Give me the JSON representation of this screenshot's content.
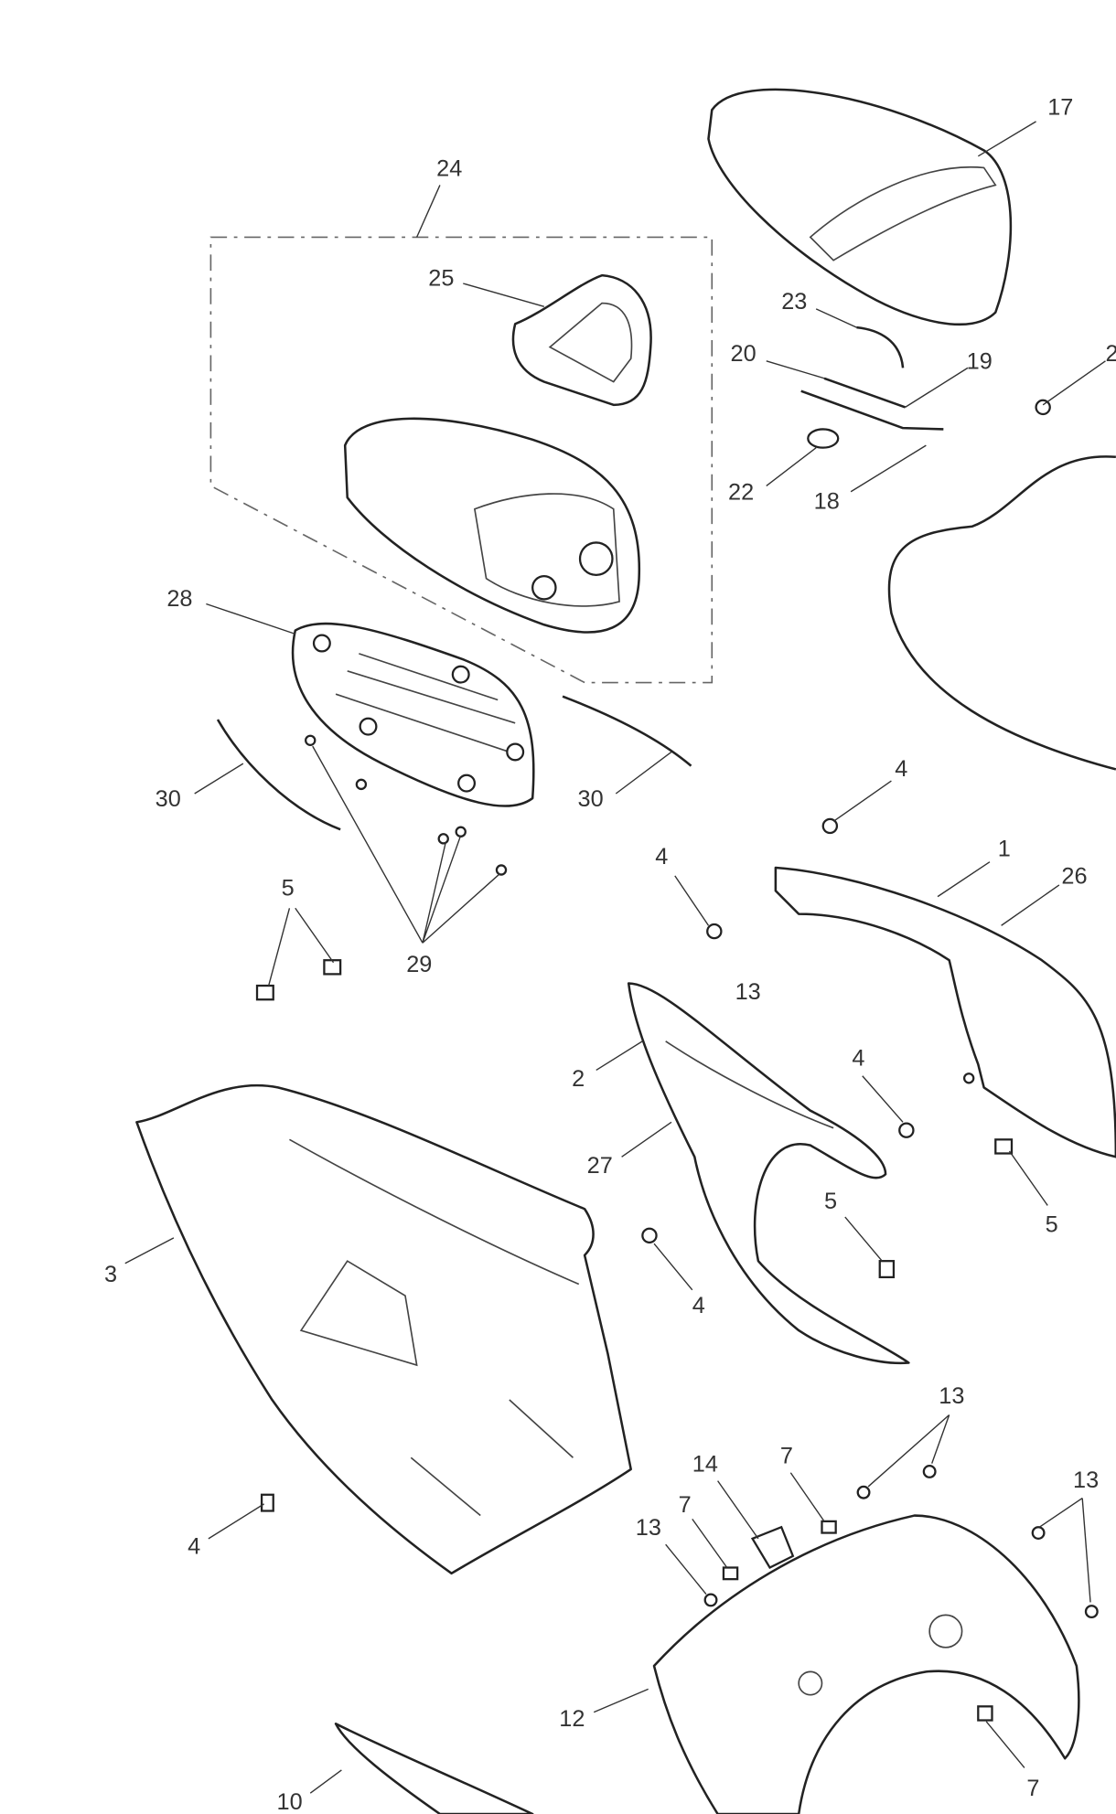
{
  "diagram": {
    "callouts": [
      {
        "id": "c17",
        "text": "17"
      },
      {
        "id": "c24",
        "text": "24"
      },
      {
        "id": "c25",
        "text": "25"
      },
      {
        "id": "c23",
        "text": "23"
      },
      {
        "id": "c20",
        "text": "20"
      },
      {
        "id": "c19",
        "text": "19"
      },
      {
        "id": "c2a",
        "text": "2"
      },
      {
        "id": "c22",
        "text": "22"
      },
      {
        "id": "c18",
        "text": "18"
      },
      {
        "id": "c28",
        "text": "28"
      },
      {
        "id": "c30a",
        "text": "30"
      },
      {
        "id": "c30b",
        "text": "30"
      },
      {
        "id": "c4a",
        "text": "4"
      },
      {
        "id": "c4b",
        "text": "4"
      },
      {
        "id": "c1",
        "text": "1"
      },
      {
        "id": "c26",
        "text": "26"
      },
      {
        "id": "c5a",
        "text": "5"
      },
      {
        "id": "c29",
        "text": "29"
      },
      {
        "id": "c13a",
        "text": "13"
      },
      {
        "id": "c2b",
        "text": "2"
      },
      {
        "id": "c4c",
        "text": "4"
      },
      {
        "id": "c27",
        "text": "27"
      },
      {
        "id": "c5b",
        "text": "5"
      },
      {
        "id": "c5c",
        "text": "5"
      },
      {
        "id": "c3",
        "text": "3"
      },
      {
        "id": "c4d",
        "text": "4"
      },
      {
        "id": "c13b",
        "text": "13"
      },
      {
        "id": "c14",
        "text": "14"
      },
      {
        "id": "c7a",
        "text": "7"
      },
      {
        "id": "c7b",
        "text": "7"
      },
      {
        "id": "c13c",
        "text": "13"
      },
      {
        "id": "c13d",
        "text": "13"
      },
      {
        "id": "c4e",
        "text": "4"
      },
      {
        "id": "c12",
        "text": "12"
      },
      {
        "id": "c7c",
        "text": "7"
      },
      {
        "id": "c10",
        "text": "10"
      }
    ]
  }
}
